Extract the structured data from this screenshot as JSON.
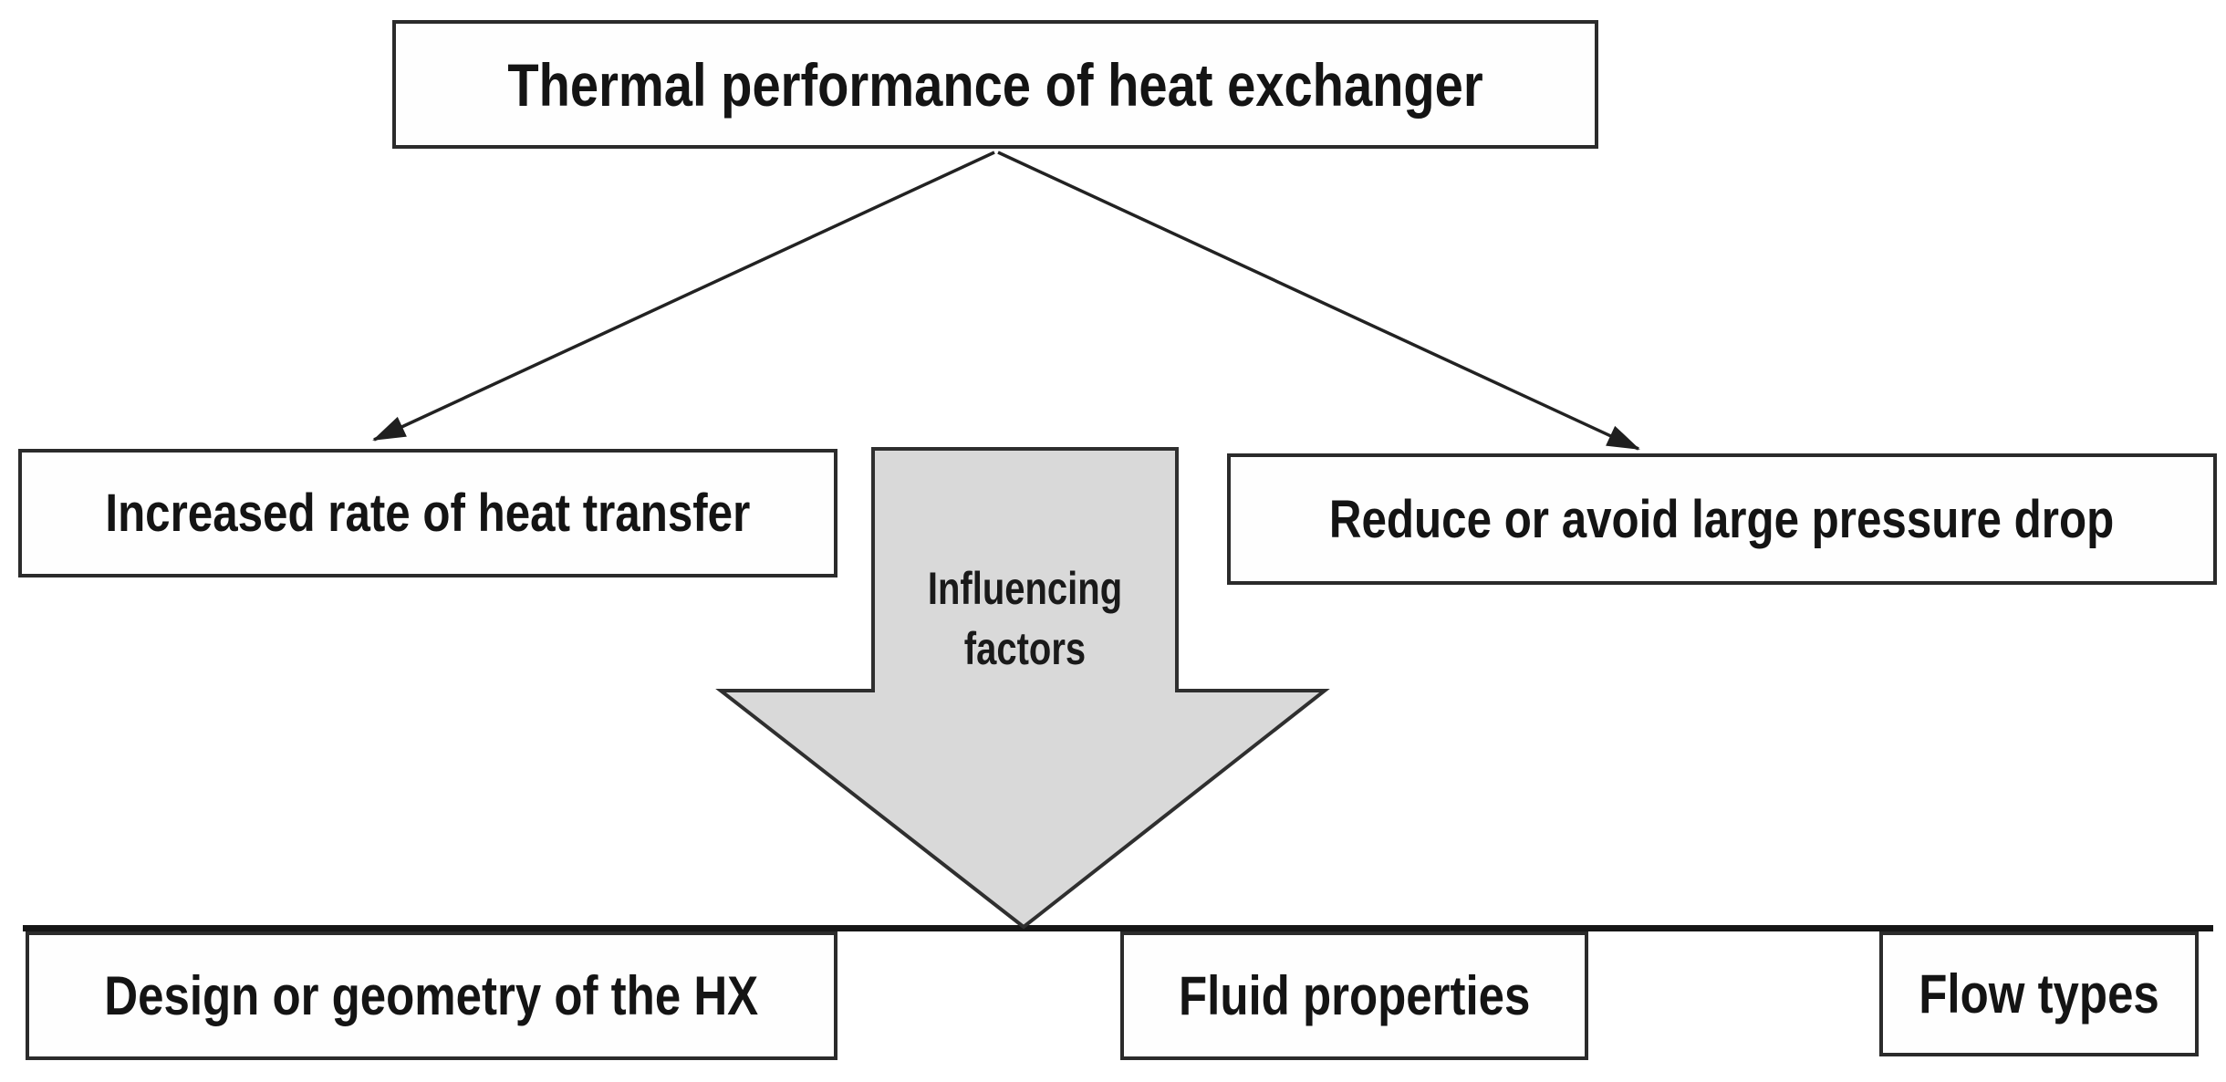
{
  "diagram": {
    "root": {
      "label": "Thermal performance of heat exchanger"
    },
    "outcomes": {
      "left": {
        "label": "Increased rate of heat transfer"
      },
      "right": {
        "label": "Reduce or avoid large pressure drop"
      }
    },
    "influencing_arrow": {
      "label_line1": "Influencing",
      "label_line2": "factors"
    },
    "factors": {
      "design": {
        "label": "Design or geometry of the HX"
      },
      "fluid": {
        "label": "Fluid properties"
      },
      "flow": {
        "label": "Flow types"
      }
    },
    "colors": {
      "background": "#ffffff",
      "box_fill": "#fefefe",
      "box_border": "#2b2b2b",
      "text": "#141414",
      "arrow_fill": "#d9d9d9",
      "arrow_border": "#2f2f2f",
      "connector": "#222222",
      "baseline_rule": "#161616"
    }
  }
}
